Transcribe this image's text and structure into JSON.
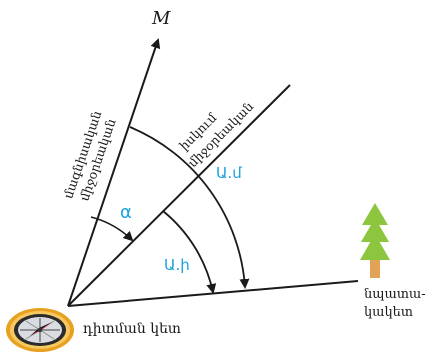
{
  "labels": {
    "point_m": "M",
    "magnetic_meridian_line1": "մագնիսական",
    "magnetic_meridian_line2": "միջօրեական",
    "true_meridian_line1": "իսկում",
    "true_meridian_line2": "միջօրեական",
    "alpha": "α",
    "am": "Ա.մ",
    "ai": "Ա.ի",
    "landmark_line1": "նպատա-",
    "landmark_line2": "կակետ",
    "observation_point": "դիտման կետ"
  },
  "colors": {
    "line": "#1a1a1a",
    "angle_label": "#1aa3dc",
    "tree_foliage": "#8cc63f",
    "tree_trunk": "#e3a357",
    "compass_rim": "#e8a020"
  },
  "icons": {
    "compass": "compass-icon",
    "tree": "tree-icon"
  }
}
